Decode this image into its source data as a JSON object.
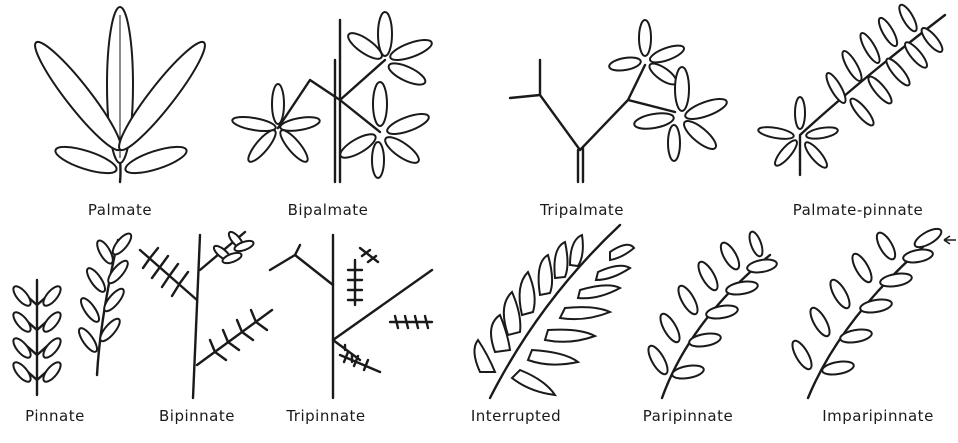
{
  "labels": {
    "palmate": "Palmate",
    "bipalmate": "Bipalmate",
    "tripalmate": "Tripalmate",
    "palmate_pinnate": "Palmate-pinnate",
    "pinnate": "Pinnate",
    "bipinnate": "Bipinnate",
    "tripinnate": "Tripinnate",
    "interrupted": "Interrupted",
    "paripinnate": "Paripinnate",
    "imparipinnate": "Imparipinnate"
  },
  "colors": {
    "ink": "#1a1a1a",
    "paper": "#ffffff"
  }
}
